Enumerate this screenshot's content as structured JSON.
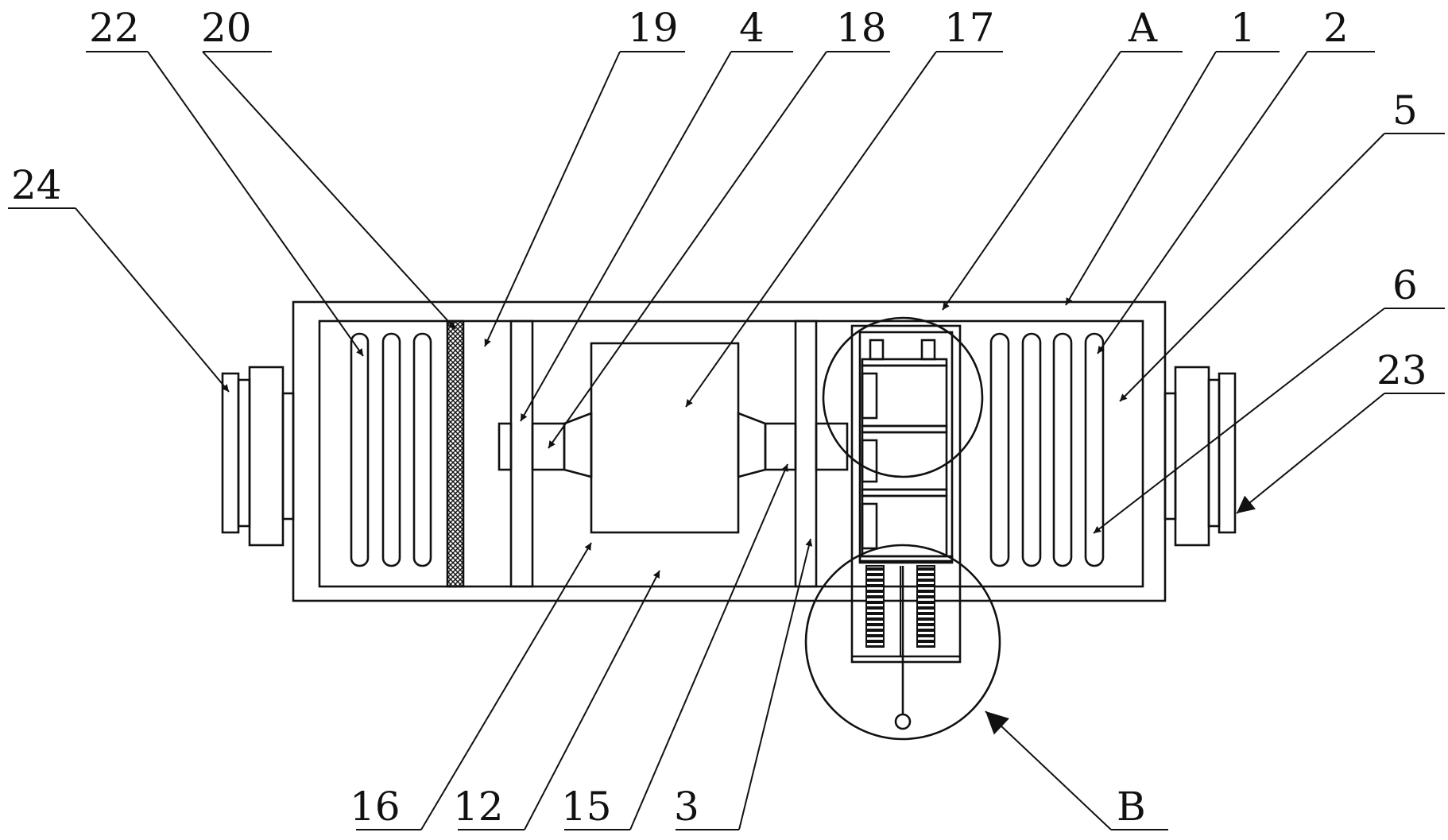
{
  "labels": {
    "l22": "22",
    "l20": "20",
    "l19": "19",
    "l4": "4",
    "l18": "18",
    "l17": "17",
    "lA": "A",
    "l1": "1",
    "l2": "2",
    "l5": "5",
    "l24": "24",
    "l6": "6",
    "l23": "23",
    "l16": "16",
    "l12": "12",
    "l15": "15",
    "l3": "3",
    "lB": "B"
  },
  "colors": {
    "line": "#111111",
    "background": "#ffffff"
  }
}
